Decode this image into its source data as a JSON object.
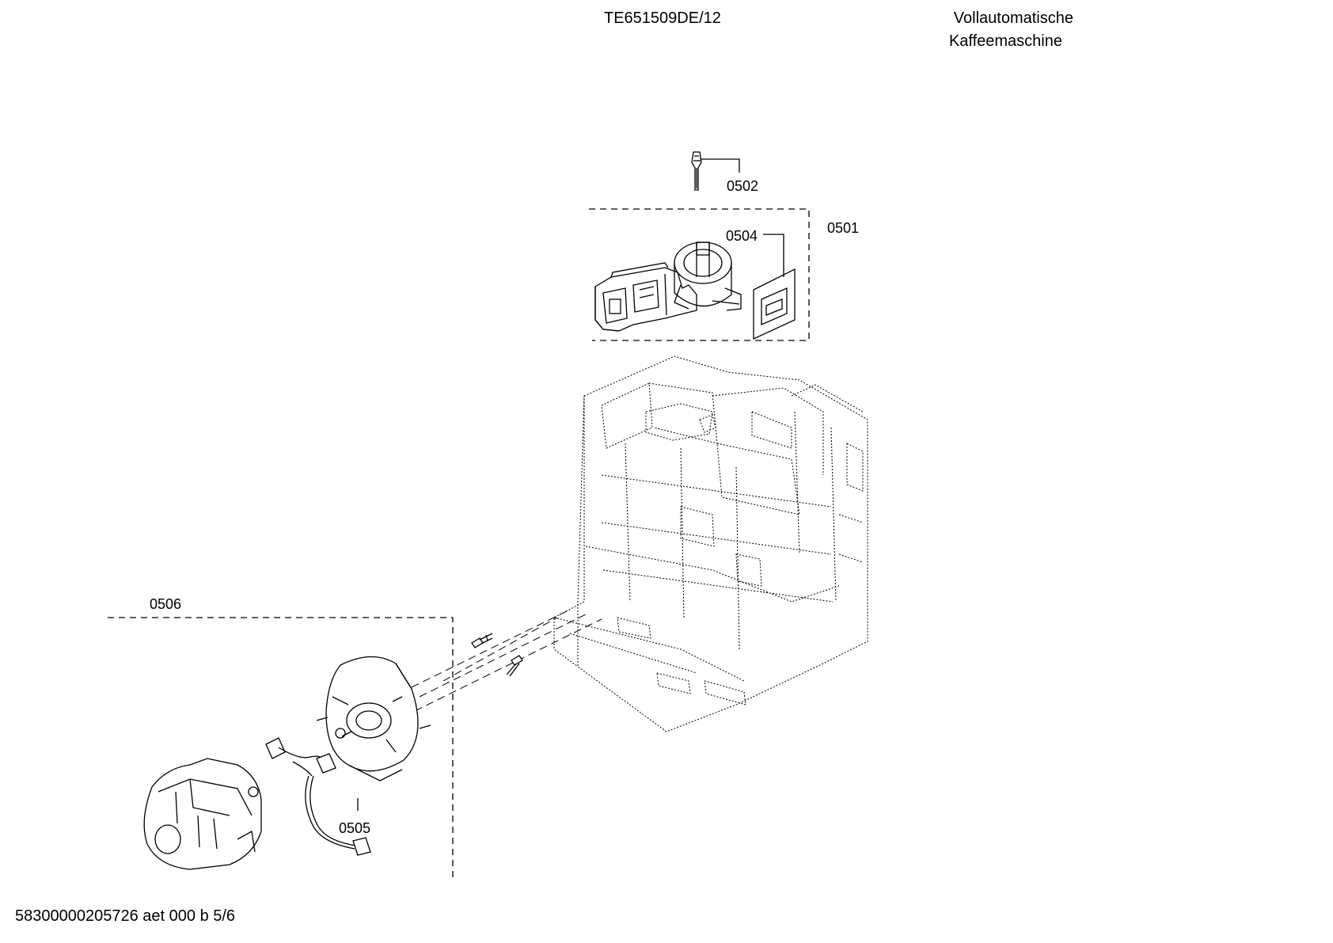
{
  "header": {
    "model": "TE651509DE/12",
    "name_line1": "Vollautomatische",
    "name_line2": "Kaffeemaschine"
  },
  "labels": {
    "p0501": "0501",
    "p0502": "0502",
    "p0504": "0504",
    "p0505": "0505",
    "p0506": "0506"
  },
  "footer": {
    "code": "58300000205726 aet 000 b 5/6"
  }
}
